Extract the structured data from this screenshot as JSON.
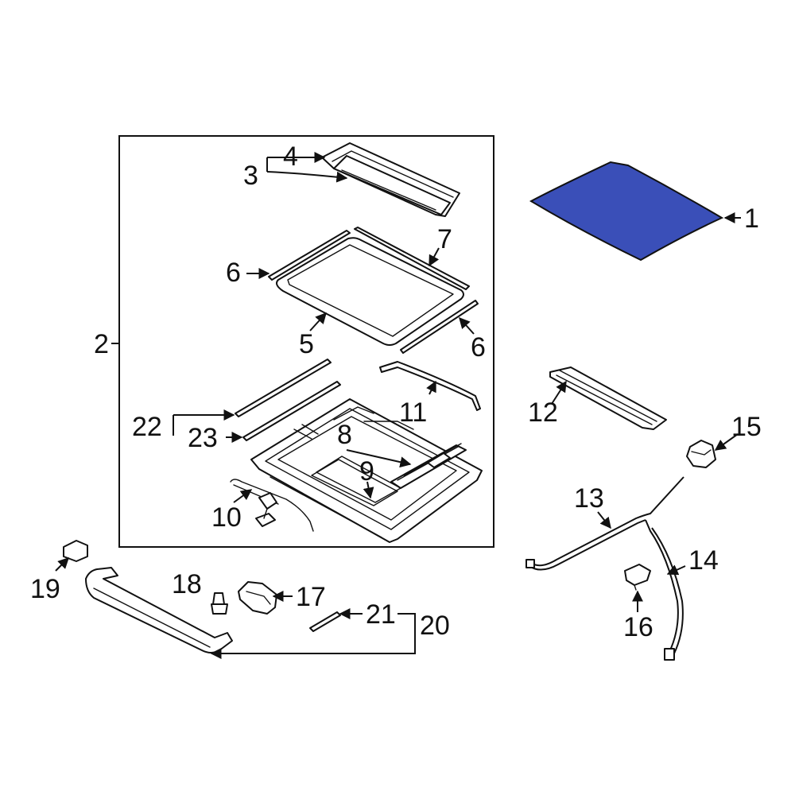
{
  "callouts": {
    "c1": "1",
    "c2": "2",
    "c3": "3",
    "c4": "4",
    "c5": "5",
    "c6a": "6",
    "c6b": "6",
    "c7": "7",
    "c8": "8",
    "c9": "9",
    "c10": "10",
    "c11": "11",
    "c12": "12",
    "c13": "13",
    "c14": "14",
    "c15": "15",
    "c16": "16",
    "c17": "17",
    "c18": "18",
    "c19": "19",
    "c20": "20",
    "c21": "21",
    "c22": "22",
    "c23": "23"
  },
  "colors": {
    "highlight_fill": "#3a4fb8",
    "line": "#111111",
    "background": "#ffffff"
  }
}
